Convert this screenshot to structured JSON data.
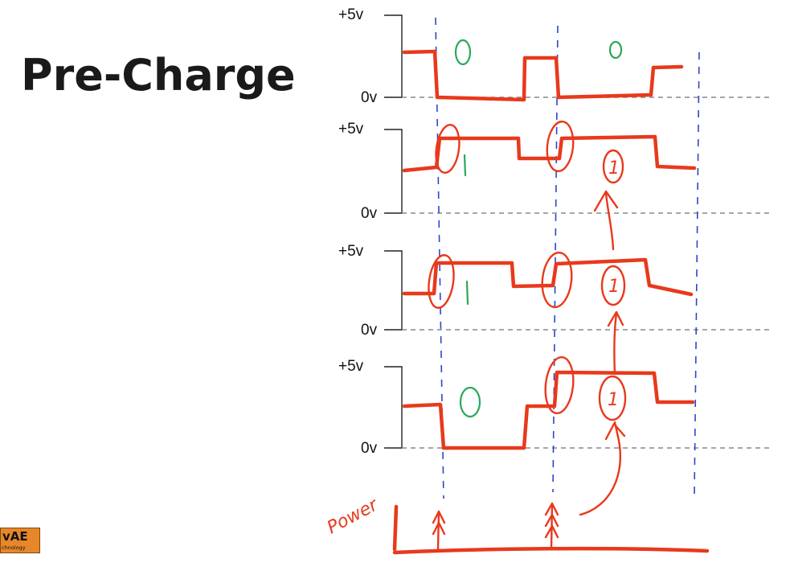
{
  "slide": {
    "title": "Pre-Charge"
  },
  "axes": {
    "high_label": "+5v",
    "low_label": "0v",
    "power_label": "Power"
  },
  "signals": [
    {
      "bit_annotations": [
        "0",
        "0"
      ]
    },
    {
      "bit_annotations": [
        "1",
        "1"
      ]
    },
    {
      "bit_annotations": [
        "1",
        "1"
      ]
    },
    {
      "bit_annotations": [
        "0",
        "1"
      ]
    }
  ],
  "logo": {
    "text": "vAE",
    "subtext": "chnology"
  },
  "colors": {
    "ink": "#e8391c",
    "annotation": "#2aa85a",
    "clock": "#2d46c8",
    "logo": "#e8862a"
  }
}
